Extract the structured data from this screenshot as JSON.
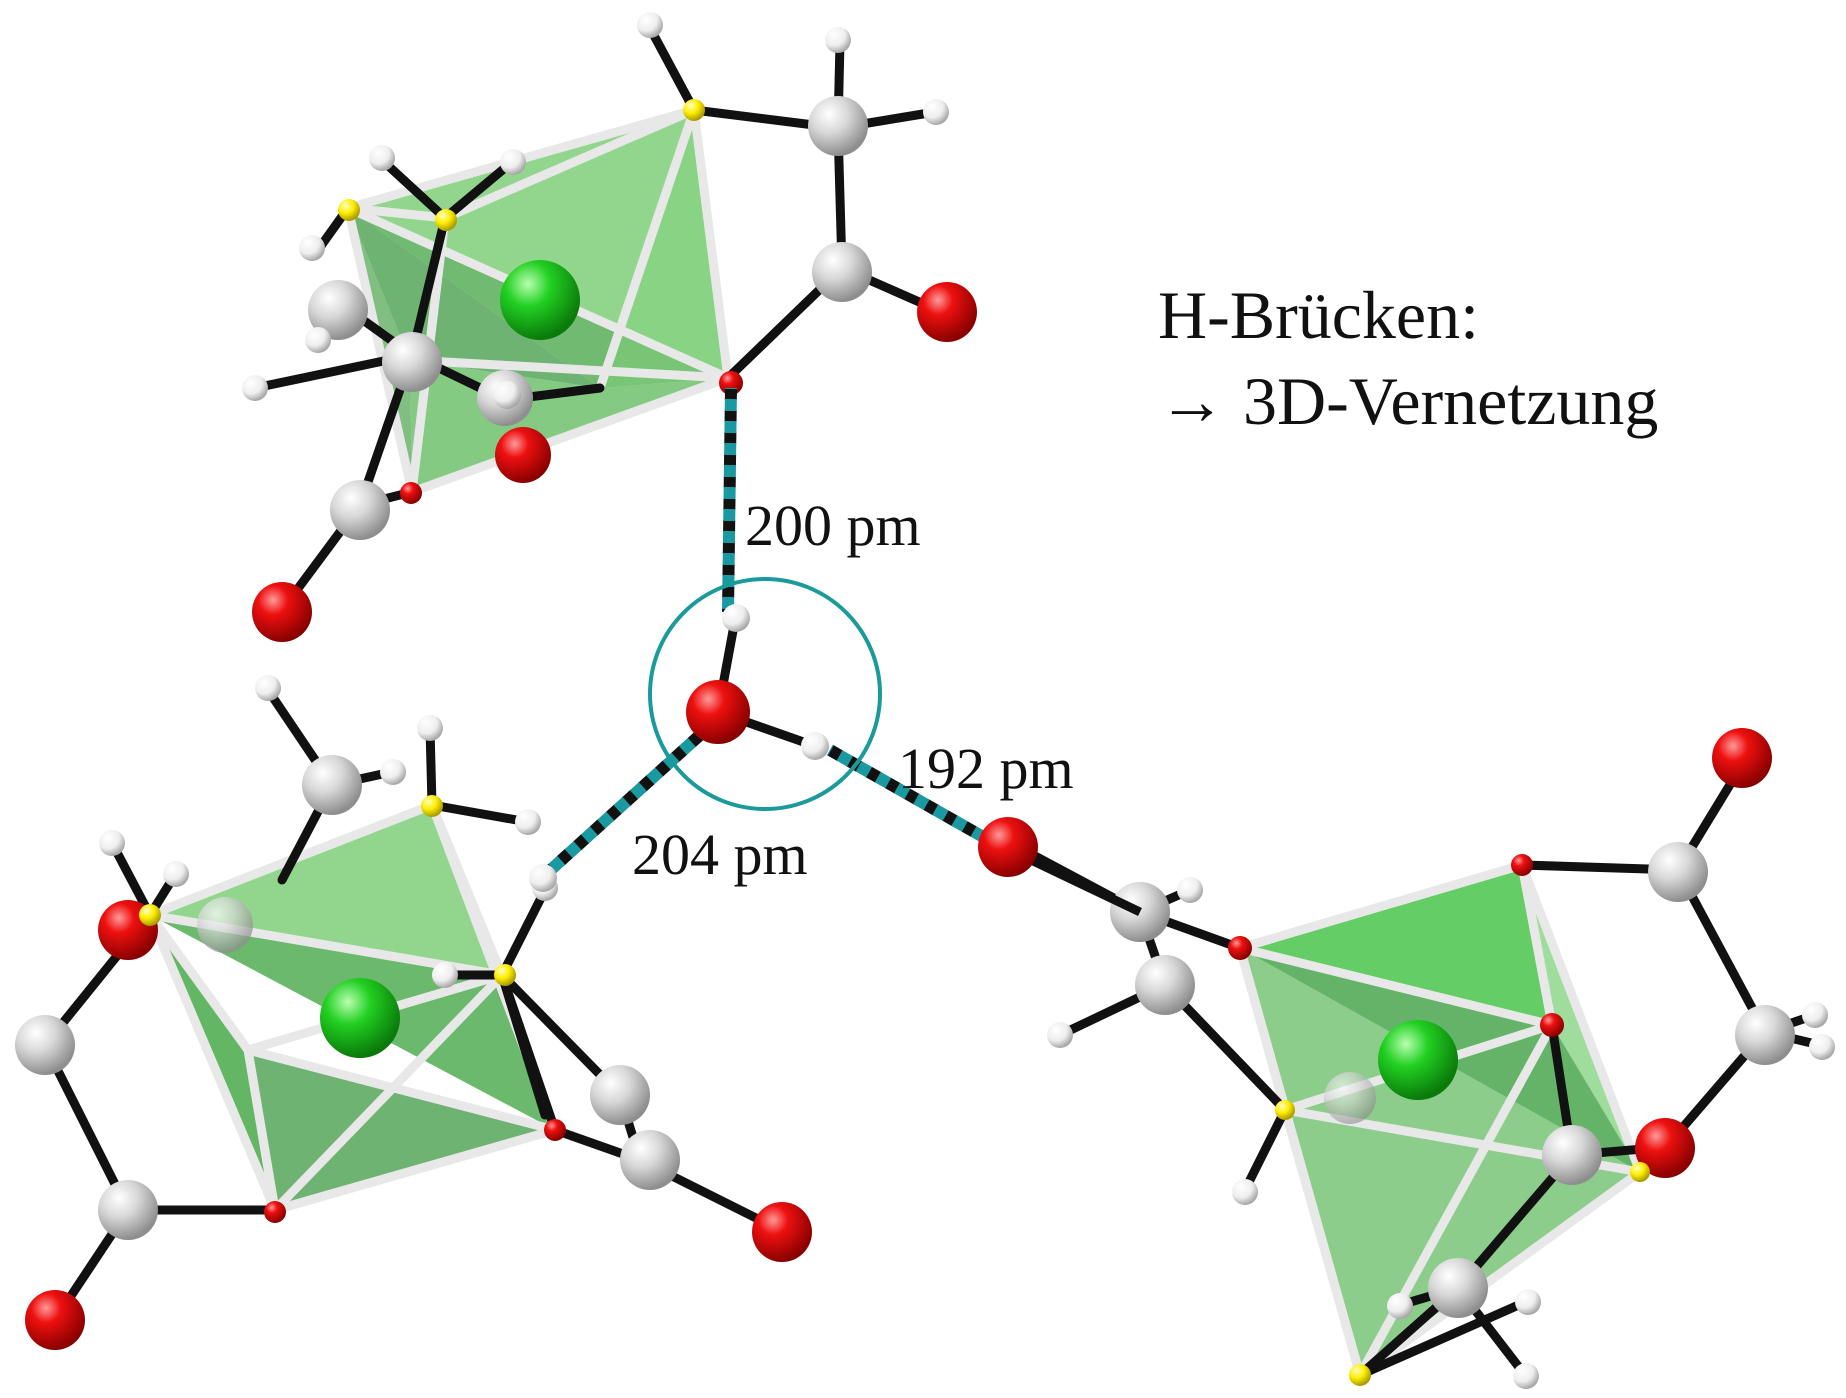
{
  "caption": {
    "line1": "H-Brücken:",
    "line2": "→ 3D-Vernetzung"
  },
  "distances": {
    "top": "200 pm",
    "right": "192 pm",
    "left": "204 pm"
  },
  "colors": {
    "oxygen": "#e00000",
    "hydrogen": "#f2f2f2",
    "carbon": "#d9d9d9",
    "chlorine": "#22cc22",
    "sulfur": "#ffee00",
    "polyhedron": "#3fb54a",
    "hbond": "#1a9aa0",
    "bond": "#111111",
    "circle": "#1a9a9a"
  }
}
